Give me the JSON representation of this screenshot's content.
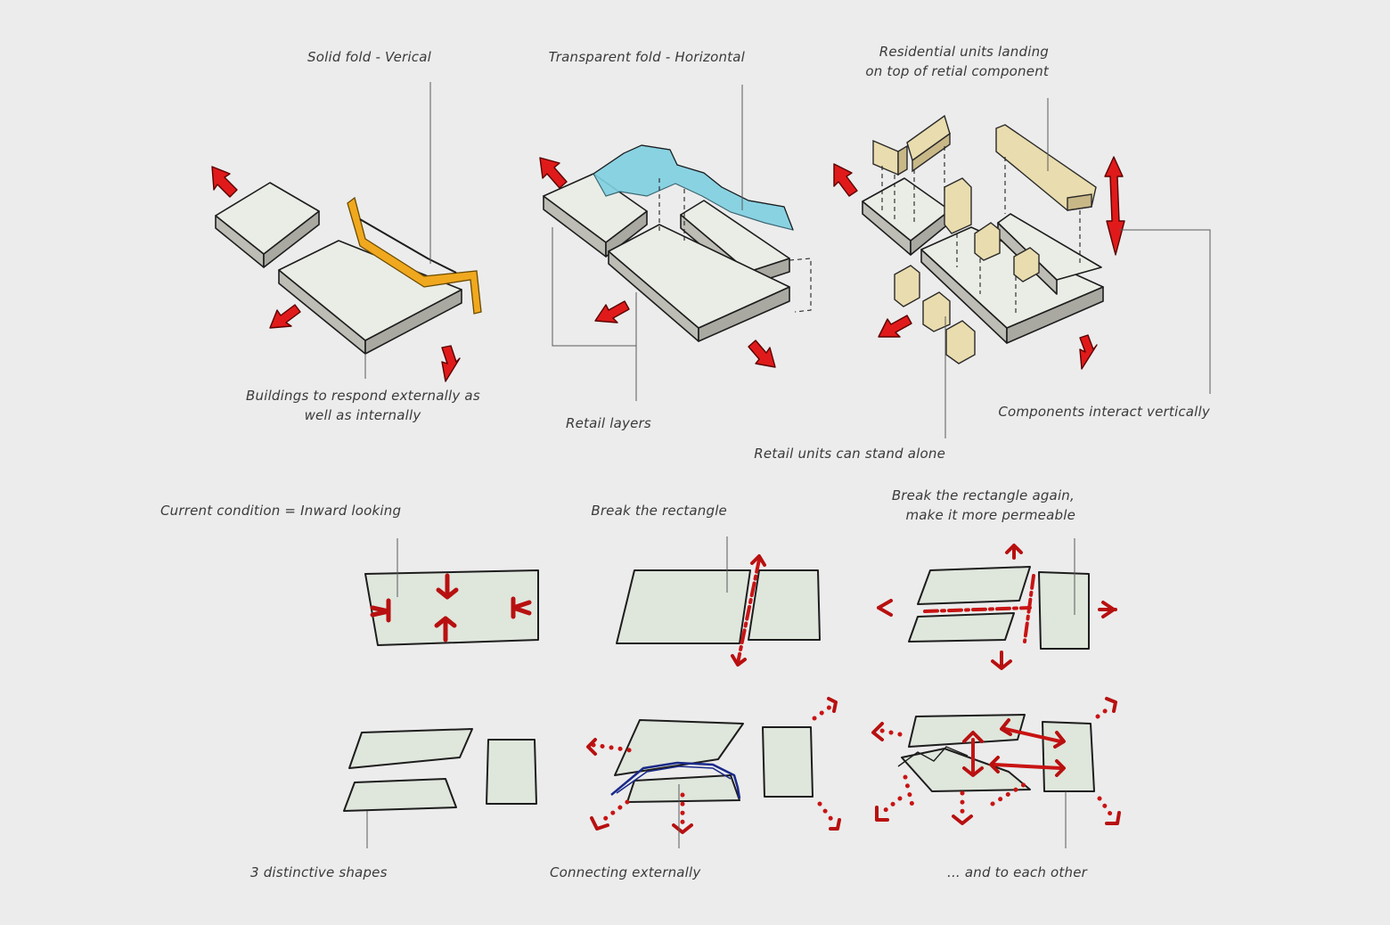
{
  "labels": {
    "solid_fold": "Solid fold - Verical",
    "transparent_fold": "Transparent fold - Horizontal",
    "residential_line1": "Residential units landing",
    "residential_line2": "on top of retial component",
    "buildings_line1": "Buildings to respond externally as",
    "buildings_line2": "well as internally",
    "retail_layers": "Retail layers",
    "components_interact": "Components interact vertically",
    "retail_units": "Retail units can stand alone",
    "current_condition": "Current condition = Inward looking",
    "break_rectangle": "Break the rectangle",
    "break_again_line1": "Break the rectangle again,",
    "break_again_line2": "make it more permeable",
    "three_shapes": "3 distinctive shapes",
    "connecting_externally": "Connecting externally",
    "each_other": "... and to each other"
  },
  "colors": {
    "background": "#ececec",
    "arrow_red": "#e01a1a",
    "glass_blue": "#7fd0e2",
    "residential_tan": "#e9dcae",
    "fold_orange": "#f0a81e",
    "outline_navy": "#1a2a8a"
  }
}
